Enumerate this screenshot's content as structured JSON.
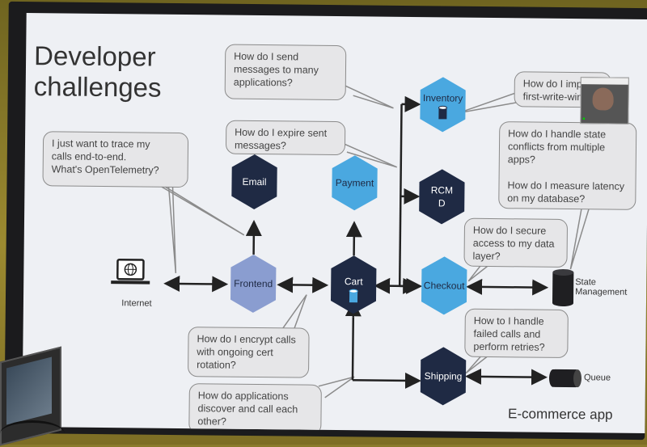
{
  "slide": {
    "title": "Developer\nchallenges",
    "footer": "E-commerce app"
  },
  "bubbles": [
    {
      "id": "send",
      "text": "How do I send\nmessages to many\napplications?"
    },
    {
      "id": "expire",
      "text": "How do I expire sent\nmessages?"
    },
    {
      "id": "trace",
      "text": "I just want to trace my\ncalls end-to-end.\nWhat's OpenTelemetry?"
    },
    {
      "id": "firstwrite",
      "text": "How do I implem\nfirst-write-wins"
    },
    {
      "id": "state",
      "text": "How do I handle state\nconflicts from multiple\napps?\n\nHow do I measure latency\non my database?"
    },
    {
      "id": "secure",
      "text": "How do I secure\naccess to my data\nlayer?"
    },
    {
      "id": "encrypt",
      "text": "How do I encrypt calls\nwith ongoing cert\nrotation?"
    },
    {
      "id": "failed",
      "text": "How to I handle\nfailed calls and\nperform retries?"
    },
    {
      "id": "discover",
      "text": "How do applications\ndiscover and call each\nother?"
    }
  ],
  "nodes": {
    "email": "Email",
    "payment": "Payment",
    "inventory": "Inventory",
    "rcm_line1": "RCM",
    "rcm_line2": "D",
    "frontend": "Frontend",
    "cart": "Cart",
    "checkout": "Checkout",
    "shipping": "Shipping",
    "internet": "Internet",
    "state_management": "State\nManagement",
    "queue": "Queue"
  },
  "colors": {
    "dark_navy": "#1f2a44",
    "light_blue": "#4aa8e0",
    "periwinkle": "#8a9dd0",
    "arrow": "#222222"
  },
  "icons": [
    "globe-laptop-icon",
    "database-icon",
    "queue-cylinder-icon"
  ]
}
